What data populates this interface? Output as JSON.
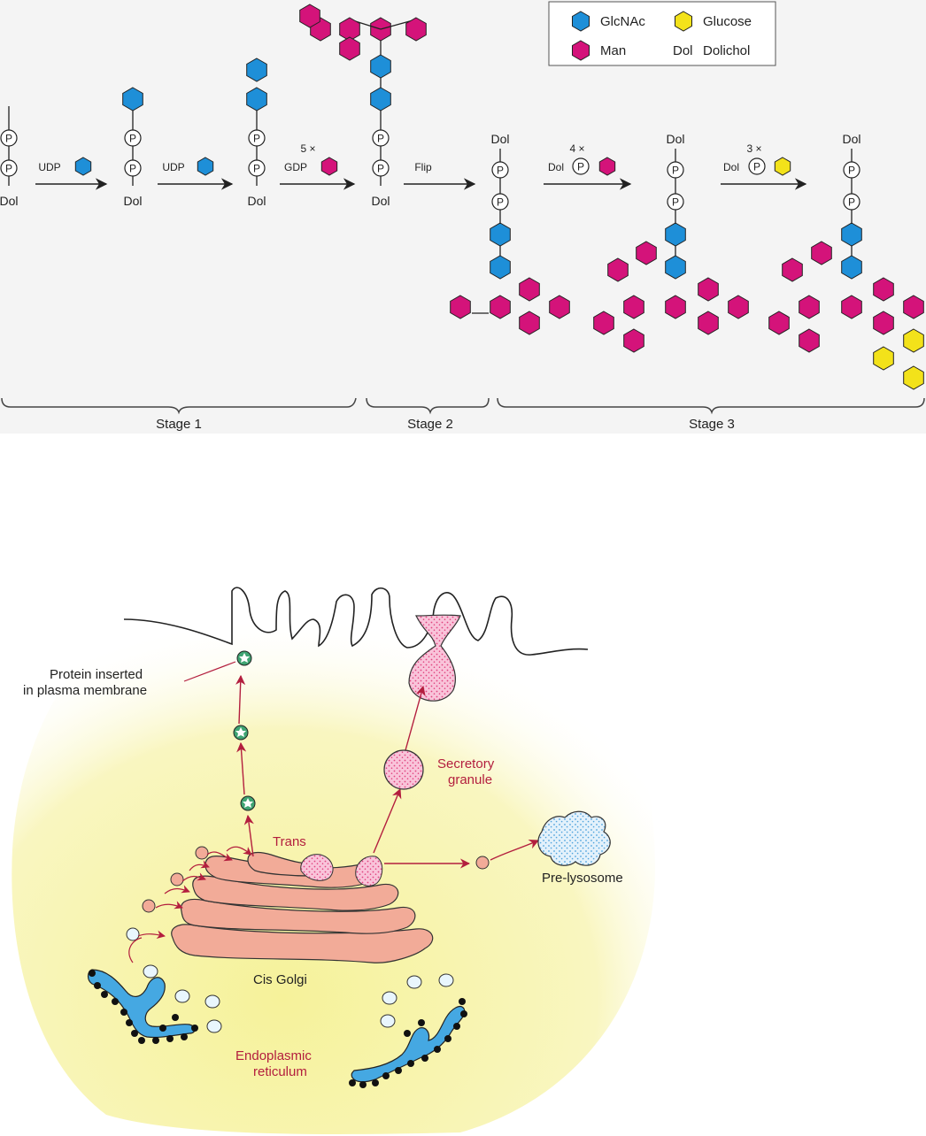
{
  "legend": {
    "items": [
      {
        "abbr": "",
        "label": "GlcNAc",
        "color": "#1e8fd8",
        "icon": "blue-hexagon"
      },
      {
        "abbr": "",
        "label": "Glucose",
        "color": "#f3e21a",
        "icon": "yellow-hexagon"
      },
      {
        "abbr": "",
        "label": "Man",
        "color": "#d4137a",
        "icon": "magenta-hexagon"
      },
      {
        "abbr": "Dol",
        "label": "Dolichol",
        "icon": ""
      }
    ]
  },
  "pathway": {
    "phosphate": "P",
    "dolichol": "Dol",
    "reagents": {
      "udp": "UDP",
      "gdp": "GDP",
      "dol": "Dol",
      "flip": "Flip",
      "x5": "5 ×",
      "x4": "4 ×",
      "x3": "3 ×"
    },
    "stages": [
      "Stage 1",
      "Stage 2",
      "Stage 3"
    ]
  },
  "cell": {
    "labels": {
      "protein_membrane_1": "Protein inserted",
      "protein_membrane_2": "in plasma membrane",
      "secretory_1": "Secretory",
      "secretory_2": "granule",
      "trans": "Trans",
      "cis_golgi": "Cis Golgi",
      "prelysosome": "Pre-lysosome",
      "er_1": "Endoplasmic",
      "er_2": "reticulum"
    }
  },
  "colors": {
    "glcnac": "#1e8fd8",
    "man": "#d4137a",
    "glucose": "#f3e21a",
    "cytoplasm": "#f9f5b4",
    "golgi": "#f2ab98",
    "er": "#45a8e2",
    "label_red": "#b31e3e",
    "stage_bg": "#f3f3f3"
  }
}
